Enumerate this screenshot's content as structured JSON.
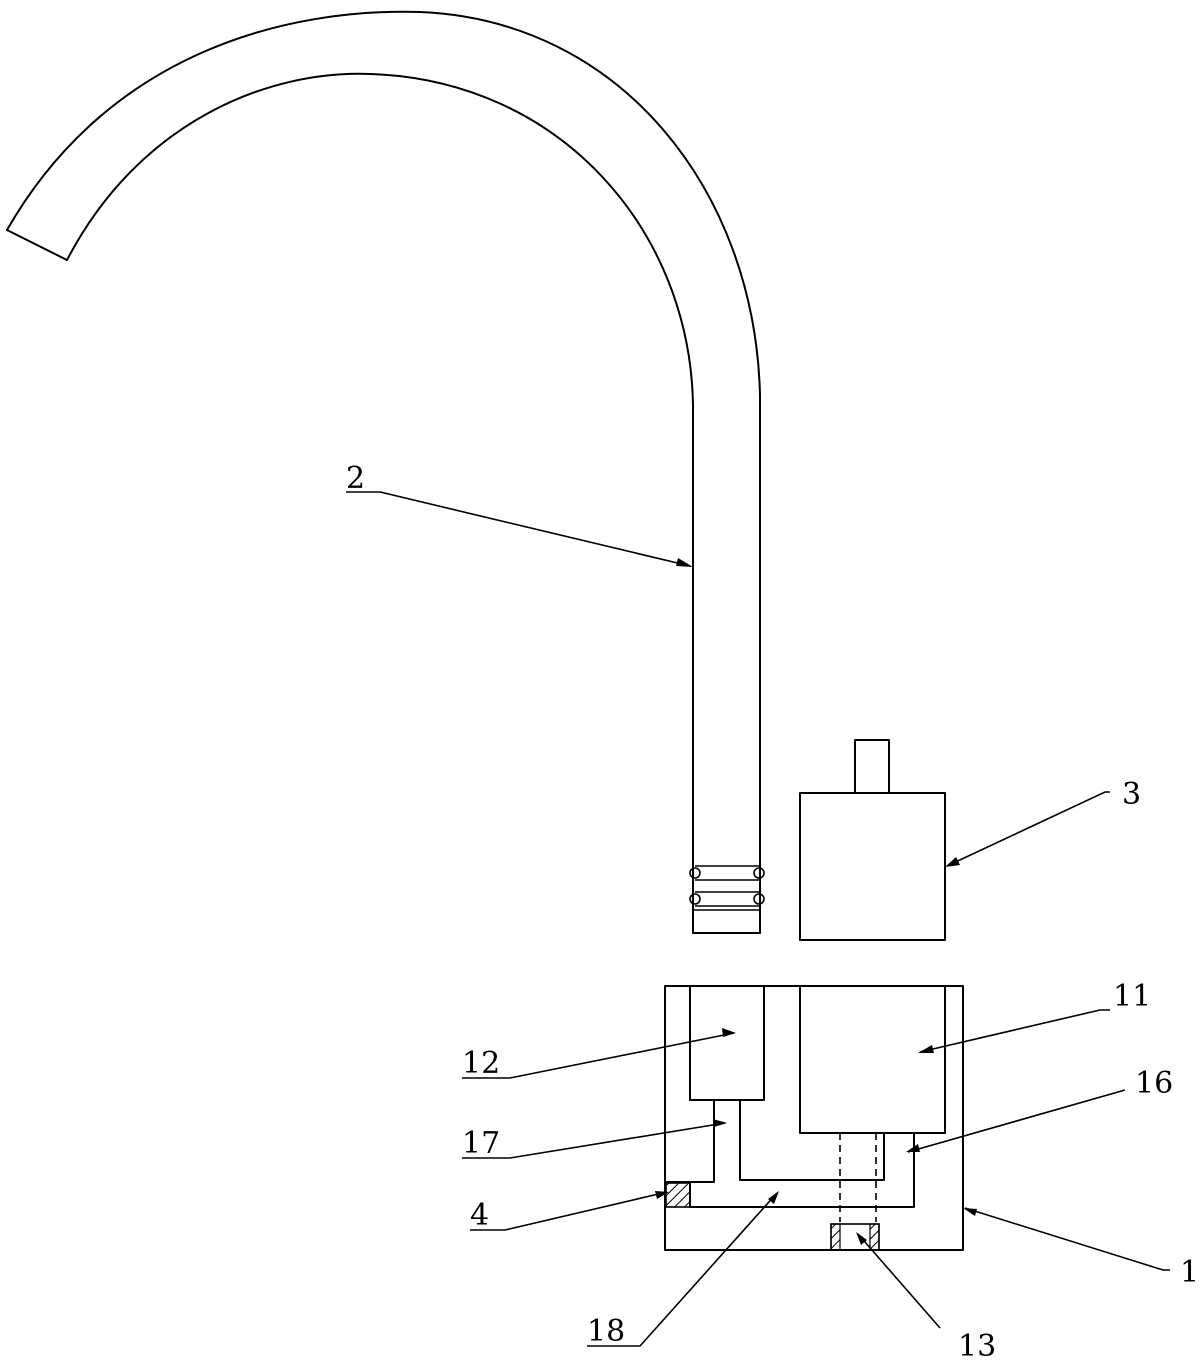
{
  "labels": {
    "l1": "1",
    "l2": "2",
    "l3": "3",
    "l4": "4",
    "l11": "11",
    "l12": "12",
    "l13": "13",
    "l16": "16",
    "l17": "17",
    "l18": "18"
  }
}
